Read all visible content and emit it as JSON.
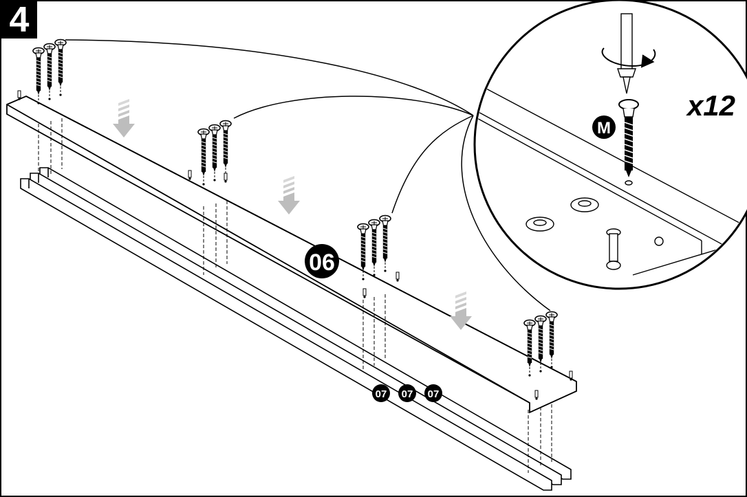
{
  "step": {
    "number": "4"
  },
  "parts": {
    "board": "06",
    "rails": [
      "07",
      "07",
      "07"
    ]
  },
  "hardware": {
    "letter": "M",
    "quantity": "x12"
  },
  "colors": {
    "ink": "#000000",
    "arrow": "#bdbdbd",
    "paper": "#ffffff"
  }
}
